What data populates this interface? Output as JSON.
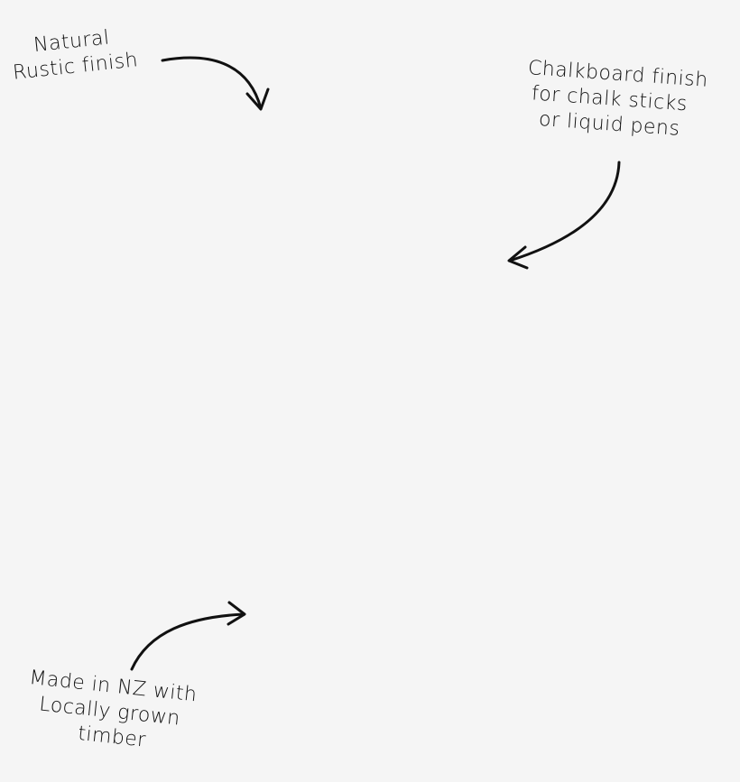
{
  "background_color": "#f5f5f5",
  "ink_color": "#111111",
  "annotations": [
    {
      "id": "natural-rustic",
      "lines": [
        "Natural",
        "Rustic finish"
      ],
      "arrow_direction": "down-right"
    },
    {
      "id": "chalkboard",
      "lines": [
        "Chalkboard finish",
        "for chalk sticks",
        "or liquid pens"
      ],
      "arrow_direction": "down-left"
    },
    {
      "id": "made-in-nz",
      "lines": [
        "Made in NZ with",
        "Locally grown",
        "timber"
      ],
      "arrow_direction": "up-right"
    }
  ]
}
